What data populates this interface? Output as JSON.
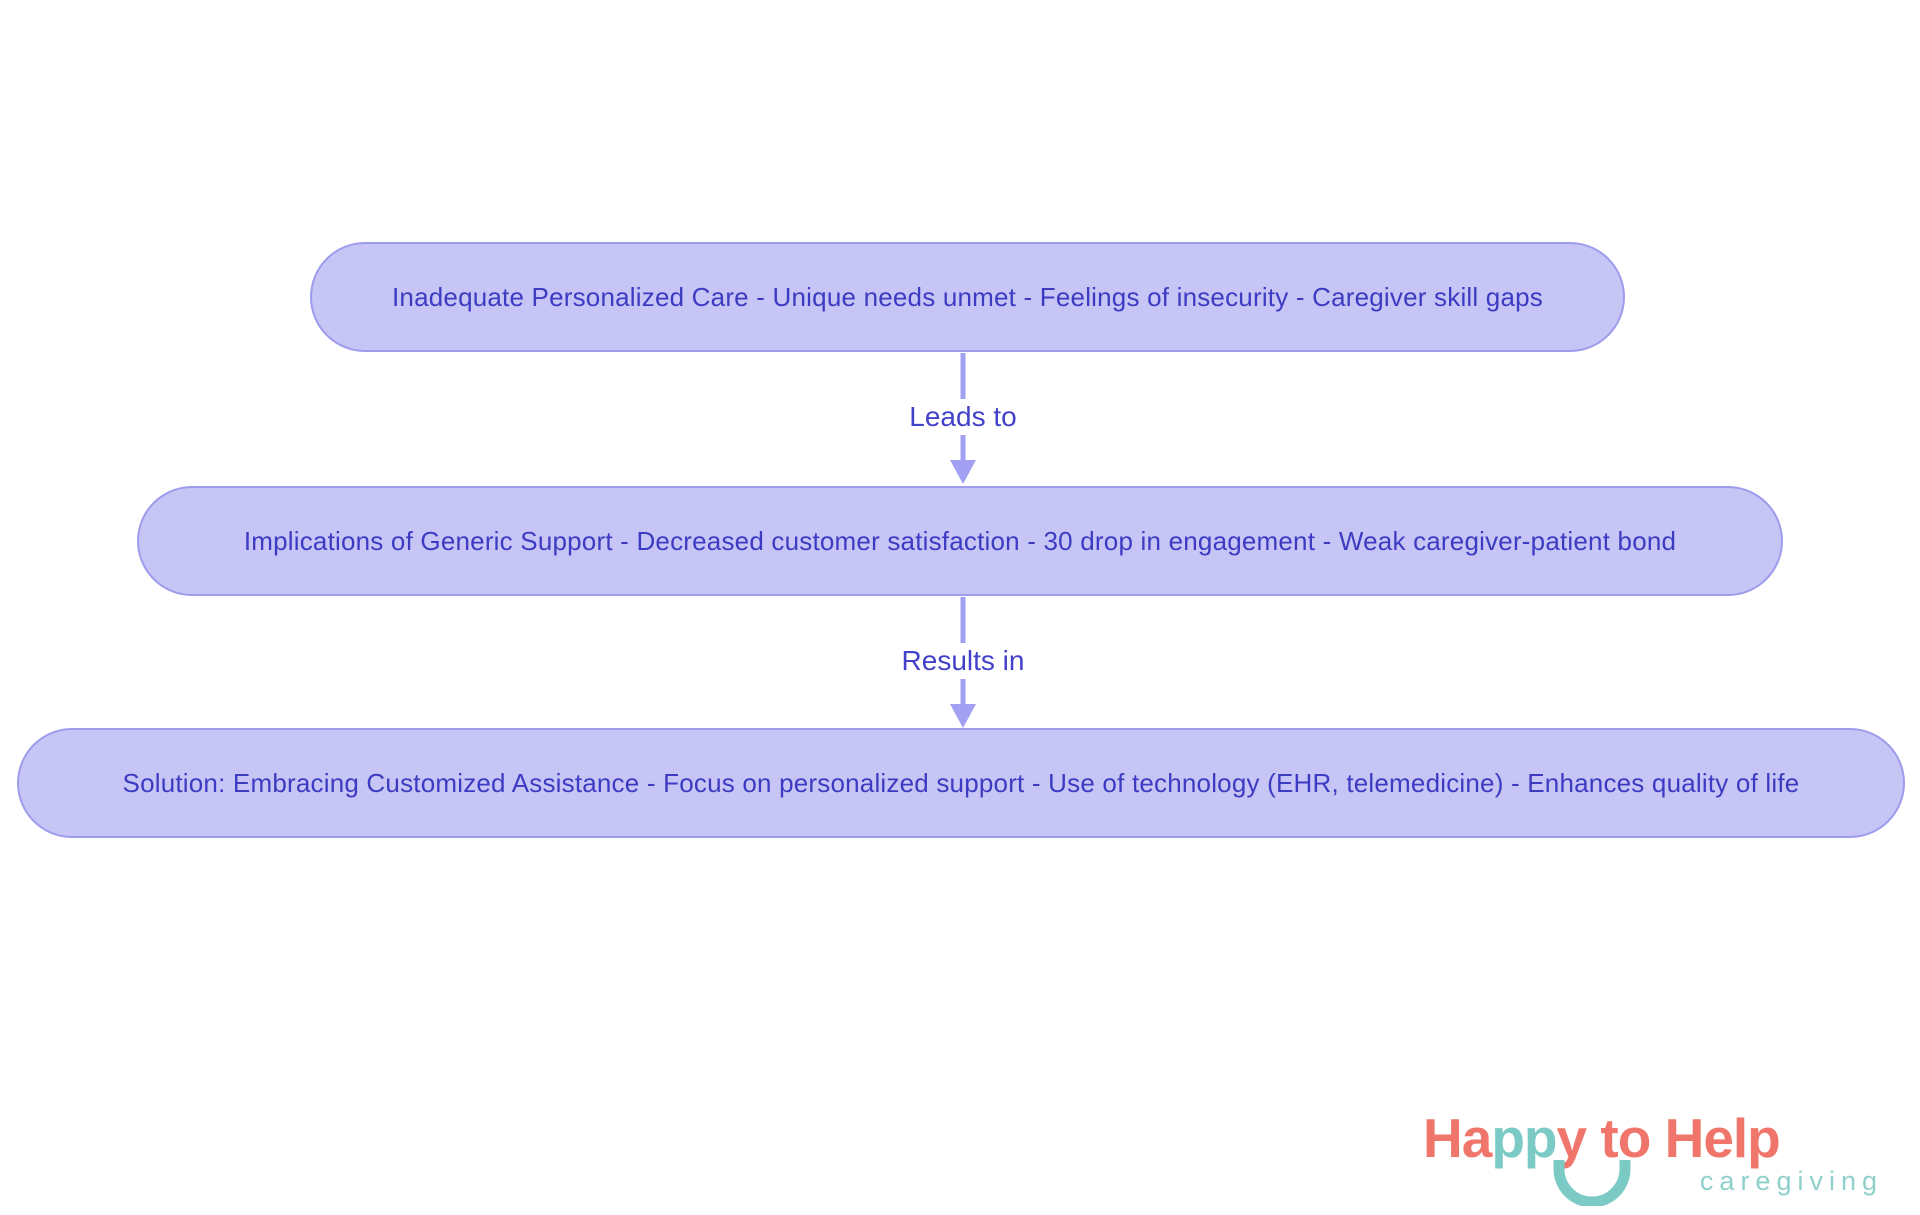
{
  "diagram": {
    "boxes": [
      {
        "id": "problem",
        "text": "Inadequate Personalized Care - Unique needs unmet - Feelings of insecurity - Caregiver skill gaps"
      },
      {
        "id": "implications",
        "text": "Implications of Generic Support - Decreased customer satisfaction - 30 drop in engagement - Weak caregiver-patient bond"
      },
      {
        "id": "solution",
        "text": "Solution: Embracing Customized Assistance - Focus on personalized support - Use of technology (EHR, telemedicine) - Enhances quality of life"
      }
    ],
    "connectors": [
      {
        "from": "problem",
        "to": "implications",
        "label": "Leads to"
      },
      {
        "from": "implications",
        "to": "solution",
        "label": "Results in"
      }
    ],
    "colors": {
      "box_fill": "#c6c5f6",
      "box_border": "#9e9cec",
      "box_text": "#3d3bc2",
      "arrow": "#a2a0f2",
      "connector_label_text": "#4341c9",
      "background": "#ffffff"
    }
  },
  "logo": {
    "part_ha": "Ha",
    "part_pp": "pp",
    "part_y": "y",
    "part_to": " to ",
    "part_help": "Help",
    "subtitle": "caregiving",
    "colors": {
      "coral": "#f0766c",
      "teal": "#7ccac5"
    }
  }
}
